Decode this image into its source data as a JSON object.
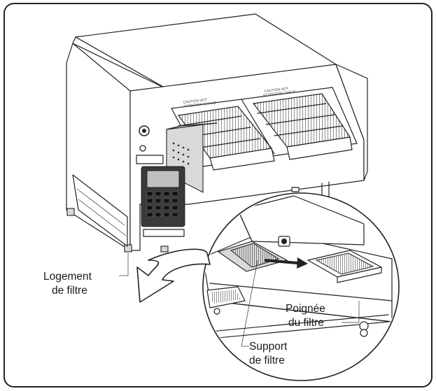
{
  "labels": {
    "filter_housing": [
      "Logement",
      "de filtre"
    ],
    "filter_handle": [
      "Poignée",
      "du filtre"
    ],
    "filter_support": [
      "Support",
      "de filtre"
    ],
    "caution_left": [
      "CAUTION HOT",
      "ATTENTION CHAUD"
    ],
    "caution_right": [
      "CAUTION HOT",
      "ATTENTION CHAUD"
    ]
  },
  "colors": {
    "line": "#222222",
    "panel_grey": "#d9d9d9",
    "keypad_dark": "#3a3a3a"
  }
}
